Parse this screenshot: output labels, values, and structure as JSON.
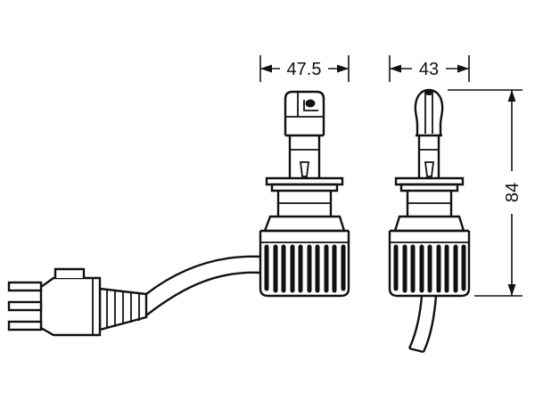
{
  "page": {
    "background": "#ffffff",
    "line_color": "#111111",
    "description": "Technical dimensional drawing of an LED headlight retrofit bulb, front view with power connector plug and side view"
  },
  "dimensions": {
    "front_width_mm": "47.5",
    "side_width_mm": "43",
    "height_mm": "84"
  }
}
